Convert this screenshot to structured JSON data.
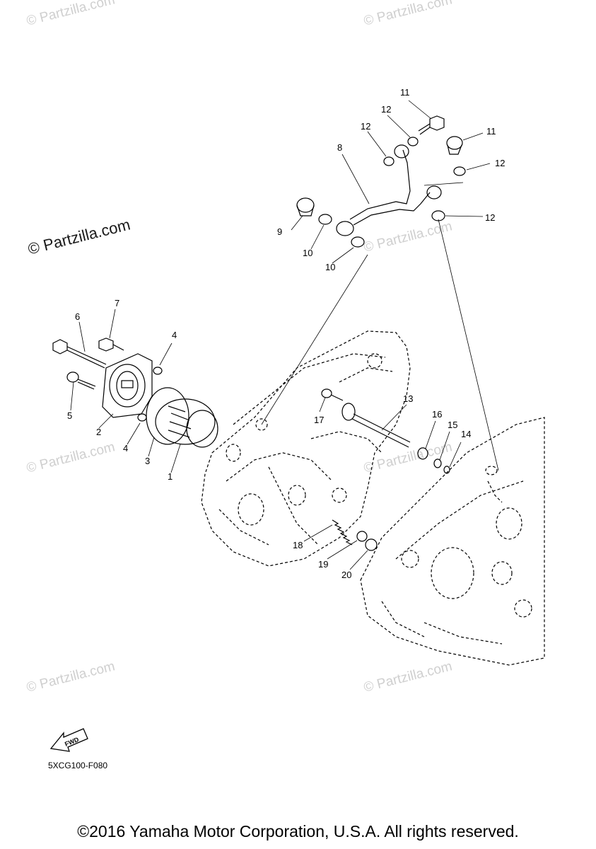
{
  "watermark": "© Partzilla.com",
  "watermark_prominent": "© Partzilla.com",
  "fwd_label": "FWD",
  "diagram_code": "5XCG100-F080",
  "copyright": "©2016 Yamaha Motor Corporation, U.S.A. All rights reserved.",
  "callouts": [
    "1",
    "2",
    "3",
    "4",
    "4",
    "5",
    "6",
    "7",
    "8",
    "9",
    "10",
    "10",
    "11",
    "11",
    "12",
    "12",
    "12",
    "12",
    "13",
    "14",
    "15",
    "16",
    "17",
    "18",
    "19",
    "20"
  ]
}
